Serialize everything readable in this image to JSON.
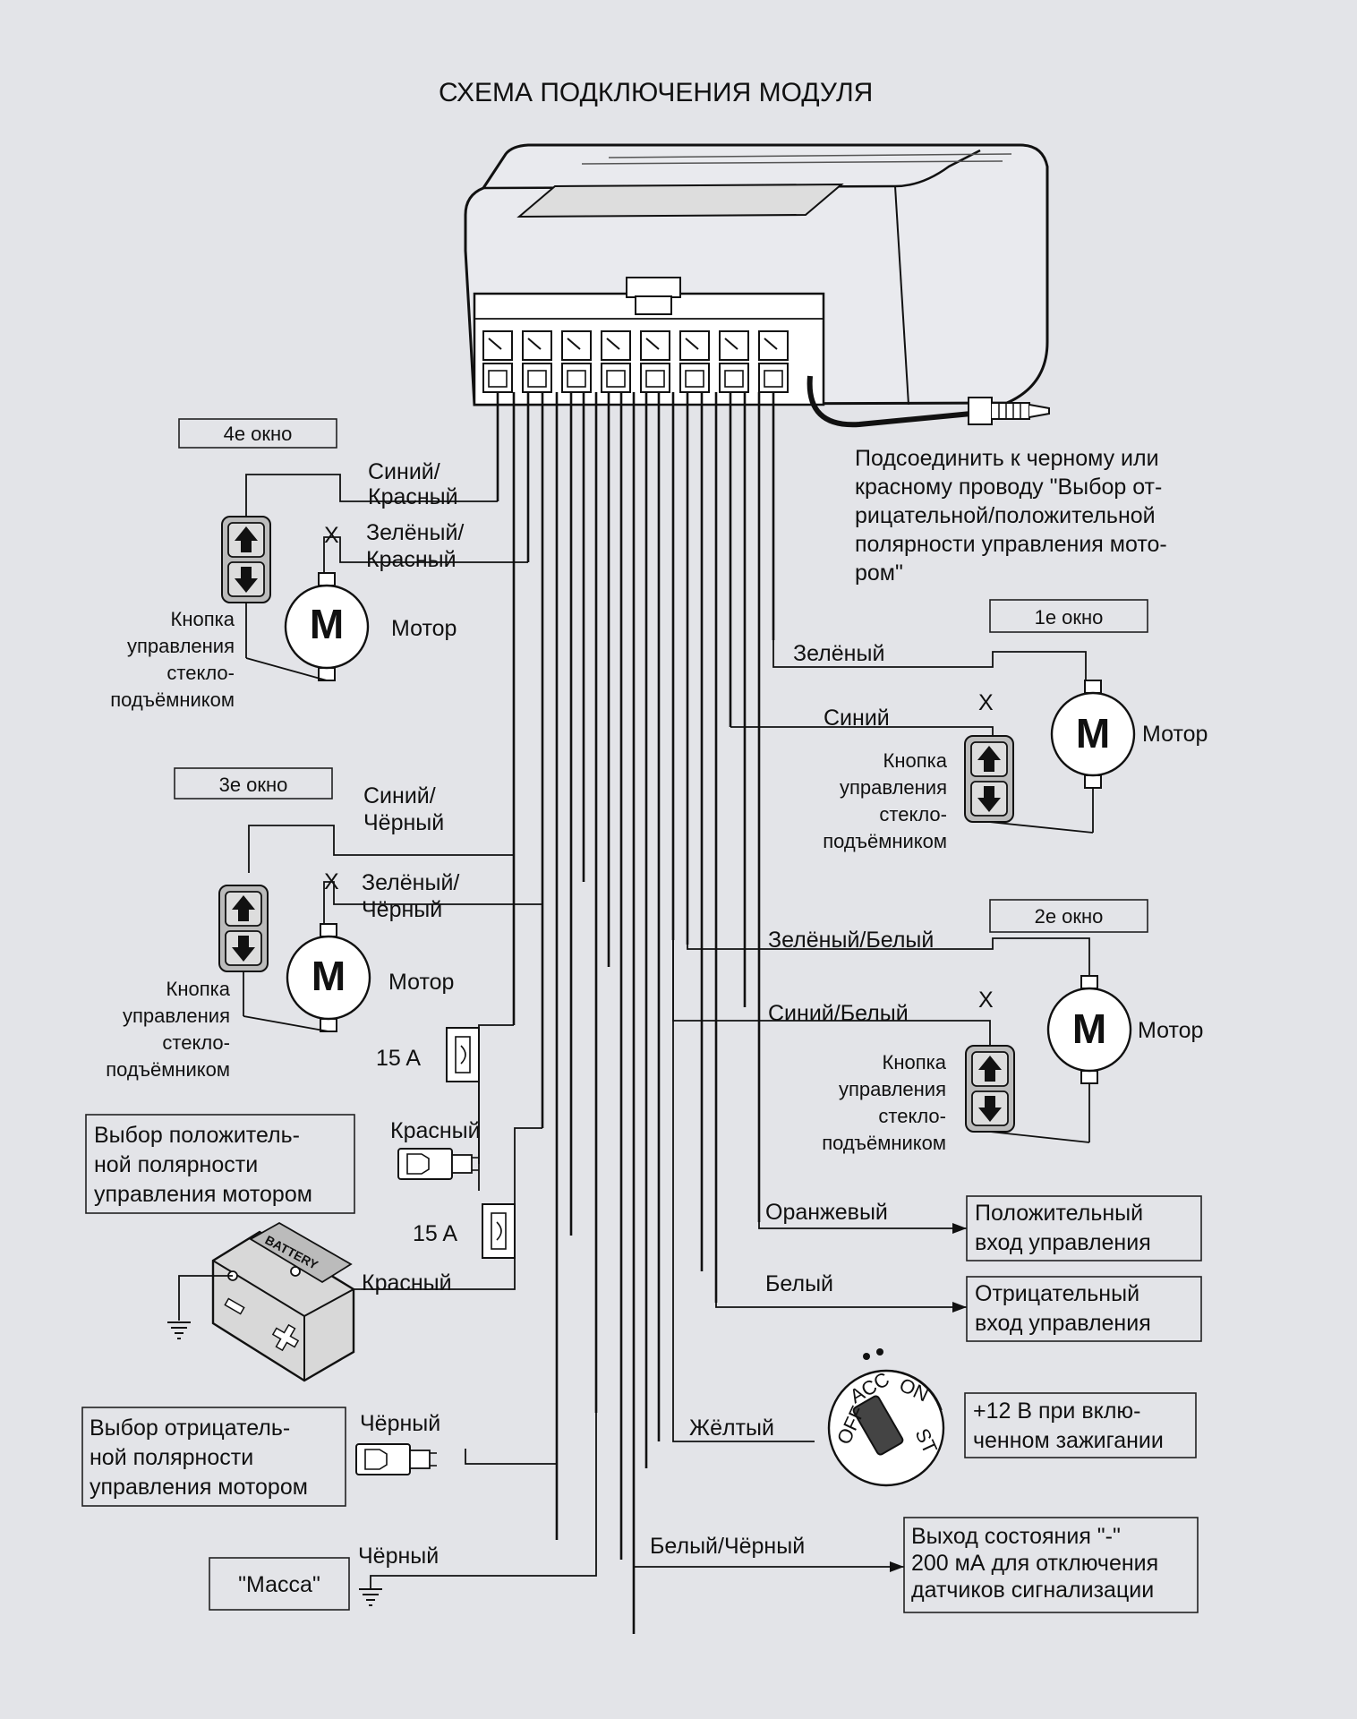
{
  "title": "СХЕМА ПОДКЛЮЧЕНИЯ МОДУЛЯ",
  "windows": {
    "w4": {
      "label": "4е окно",
      "wire_top": [
        "Синий/",
        "Красный"
      ],
      "wire_bottom": [
        "Зелёный/",
        "Красный"
      ],
      "motor": "Мотор",
      "button": [
        "Кнопка",
        "управления",
        "стекло-",
        "подъёмником"
      ]
    },
    "w3": {
      "label": "3е окно",
      "wire_top": [
        "Синий/",
        "Чёрный"
      ],
      "wire_bottom": [
        "Зелёный/",
        "Чёрный"
      ],
      "motor": "Мотор",
      "button": [
        "Кнопка",
        "управления",
        "стекло-",
        "подъёмником"
      ]
    },
    "w1": {
      "label": "1е окно",
      "wire_top": "Зелёный",
      "wire_bottom": "Синий",
      "motor": "Мотор",
      "button": [
        "Кнопка",
        "управления",
        "стекло-",
        "подъёмником"
      ]
    },
    "w2": {
      "label": "2е окно",
      "wire_top": "Зелёный/Белый",
      "wire_bottom": "Синий/Белый",
      "motor": "Мотор",
      "button": [
        "Кнопка",
        "управления",
        "стекло-",
        "подъёмником"
      ]
    }
  },
  "x_mark": "X",
  "motor_letter": "M",
  "connector_note": [
    "Подсоединить к черному или",
    "красному проводу \"Выбор от-",
    "рицательной/положительной",
    "полярности управления мото-",
    "ром\""
  ],
  "fuse_label": "15 A",
  "battery_label": "BATTERY",
  "power": {
    "red1": "Красный",
    "red2": "Красный",
    "positive_select": [
      "Выбор положитель-",
      "ной полярности",
      "управления мотором"
    ],
    "black1": "Чёрный",
    "negative_select": [
      "Выбор отрицатель-",
      "ной полярности",
      "управления мотором"
    ],
    "black2": "Чёрный",
    "ground": "\"Масса\""
  },
  "outputs": {
    "orange": "Оранжевый",
    "orange_box": [
      "Положительный",
      "вход управления"
    ],
    "white": "Белый",
    "white_box": [
      "Отрицательный",
      "вход управления"
    ],
    "yellow": "Жёлтый",
    "yellow_box": [
      "+12 В при вклю-",
      "ченном зажигании"
    ],
    "whiteblack": "Белый/Чёрный",
    "whiteblack_box": [
      "Выход состояния \"-\"",
      "200 мА для отключения",
      "датчиков сигнализации"
    ]
  },
  "ignition": {
    "off": "OFF",
    "acc": "ACC",
    "on": "ON",
    "st": "ST"
  },
  "icons": [
    "arrow-up-icon",
    "arrow-down-icon",
    "motor-icon",
    "fuse-icon",
    "battery-icon",
    "ground-icon",
    "ignition-switch-icon",
    "connector-plug-icon"
  ],
  "colors": {
    "background": "#e3e4e8",
    "ink": "#111111"
  }
}
